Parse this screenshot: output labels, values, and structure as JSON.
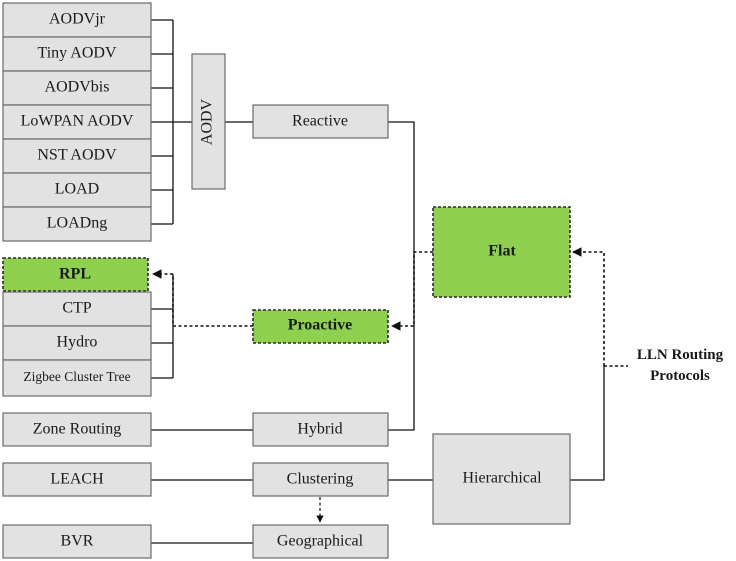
{
  "aodv_group": {
    "variants": [
      "AODVjr",
      "Tiny AODV",
      "AODVbis",
      "LoWPAN AODV",
      "NST AODV",
      "LOAD",
      "LOADng"
    ],
    "aodv_label": "AODV"
  },
  "proactive_group": {
    "protocols": [
      "RPL",
      "CTP",
      "Hydro",
      "Zigbee Cluster Tree"
    ]
  },
  "categories": {
    "reactive": "Reactive",
    "proactive": "Proactive",
    "hybrid": "Hybrid",
    "clustering": "Clustering",
    "geographical": "Geographical",
    "flat": "Flat",
    "hierarchical": "Hierarchical"
  },
  "examples": {
    "zone_routing": "Zone Routing",
    "leach": "LEACH",
    "bvr": "BVR"
  },
  "root": {
    "line1": "LLN Routing",
    "line2": "Protocols"
  },
  "colors": {
    "highlight": "#8fd14f",
    "box": "#e2e2e2"
  }
}
